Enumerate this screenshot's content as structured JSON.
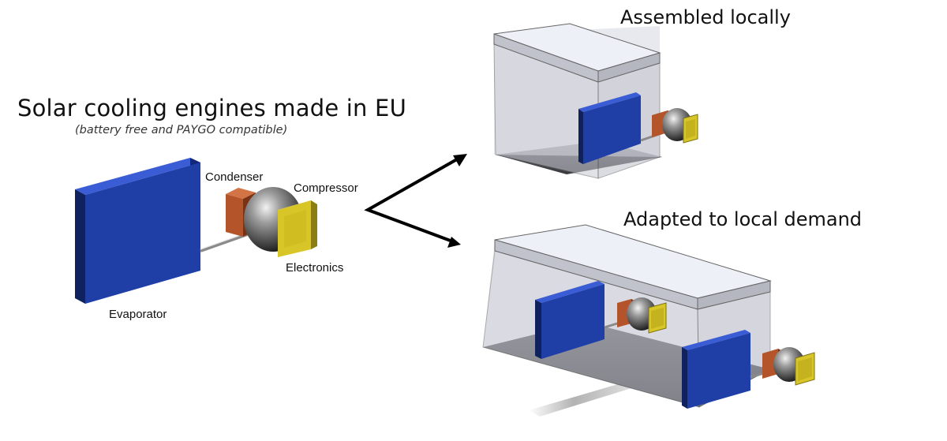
{
  "title": "Solar cooling engines made in EU",
  "subtitle": "(battery free and PAYGO compatible)",
  "components": {
    "condenser": "Condenser",
    "compressor": "Compressor",
    "electronics": "Electronics",
    "evaporator": "Evaporator"
  },
  "options": {
    "assembled": "Assembled locally",
    "adapted": "Adapted to local demand"
  },
  "colors": {
    "evaporator": "#1f3fa6",
    "condenser": "#b4542a",
    "compressor": "#3c3c3c",
    "electronics": "#d8c629",
    "enclosure": "#c8c9d2",
    "floor": "#4a4a4e"
  }
}
